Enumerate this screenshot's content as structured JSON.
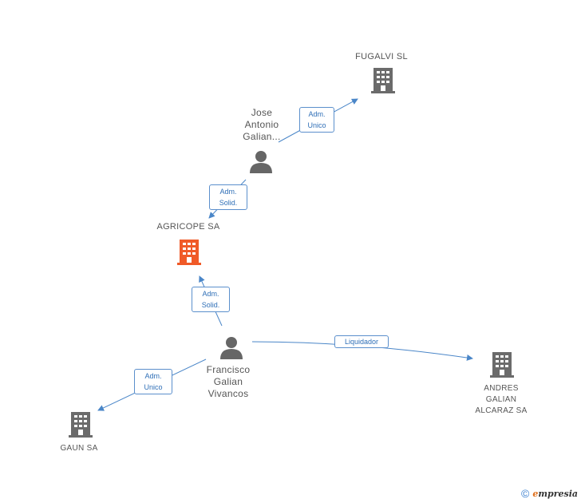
{
  "colors": {
    "edge": "#4a86c8",
    "building": "#6b6b6b",
    "building_focus": "#f05a28",
    "person": "#666666"
  },
  "nodes": {
    "fugalvi": {
      "label": "FUGALVI SL",
      "icon": "building-icon"
    },
    "jose": {
      "line1": "Jose",
      "line2": "Antonio",
      "line3": "Galian...",
      "icon": "person-icon"
    },
    "agricope": {
      "label": "AGRICOPE SA",
      "icon": "building-icon"
    },
    "francisco": {
      "line1": "Francisco",
      "line2": "Galian",
      "line3": "Vivancos",
      "icon": "person-icon"
    },
    "andres": {
      "line1": "ANDRES",
      "line2": "GALIAN",
      "line3": "ALCARAZ SA",
      "icon": "building-icon"
    },
    "gaun": {
      "label": "GAUN SA",
      "icon": "building-icon"
    }
  },
  "edges": {
    "jose_fugalvi": {
      "line1": "Adm.",
      "line2": "Unico"
    },
    "jose_agricope": {
      "line1": "Adm.",
      "line2": "Solid."
    },
    "francisco_agricope": {
      "line1": "Adm.",
      "line2": "Solid."
    },
    "francisco_andres": {
      "line1": "Liquidador"
    },
    "francisco_gaun": {
      "line1": "Adm.",
      "line2": "Unico"
    }
  },
  "watermark": {
    "copyright": "©",
    "brand_first": "e",
    "brand_rest": "mpresia"
  }
}
